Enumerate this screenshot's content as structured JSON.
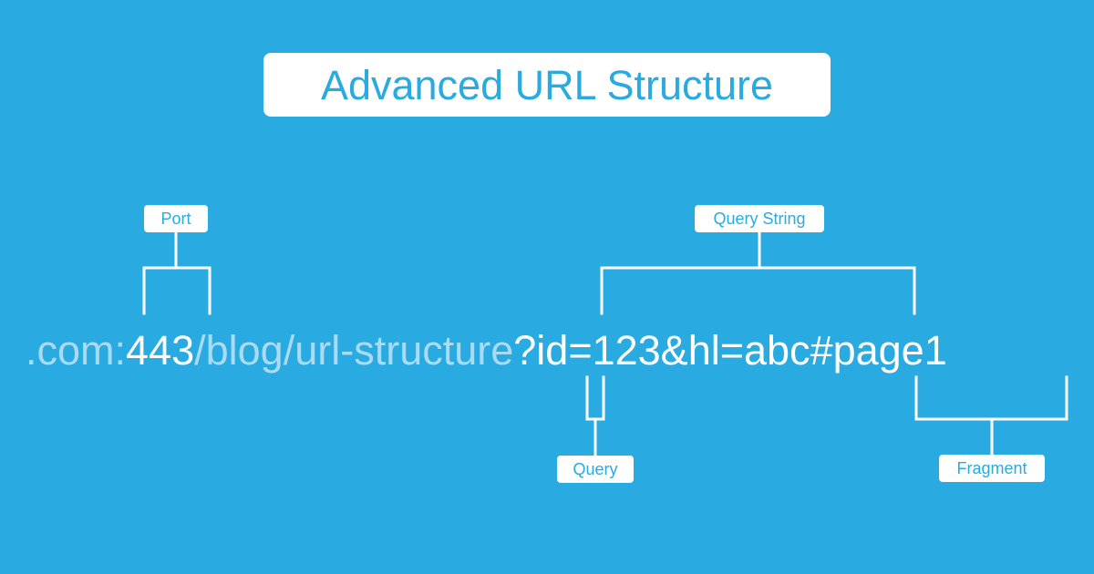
{
  "title": "Advanced URL Structure",
  "url": {
    "domain_part": ".com:",
    "port_value": "443",
    "path": "/blog/url-structure",
    "query_mark": "?",
    "query_params": "id=123&hl=abc",
    "fragment": "#page1"
  },
  "labels": {
    "port": "Port",
    "query_string": "Query String",
    "query": "Query",
    "fragment": "Fragment"
  },
  "colors": {
    "background": "#29aae1",
    "box": "#ffffff",
    "text_bright": "#ffffff",
    "text_dim": "#a9dcf4"
  }
}
